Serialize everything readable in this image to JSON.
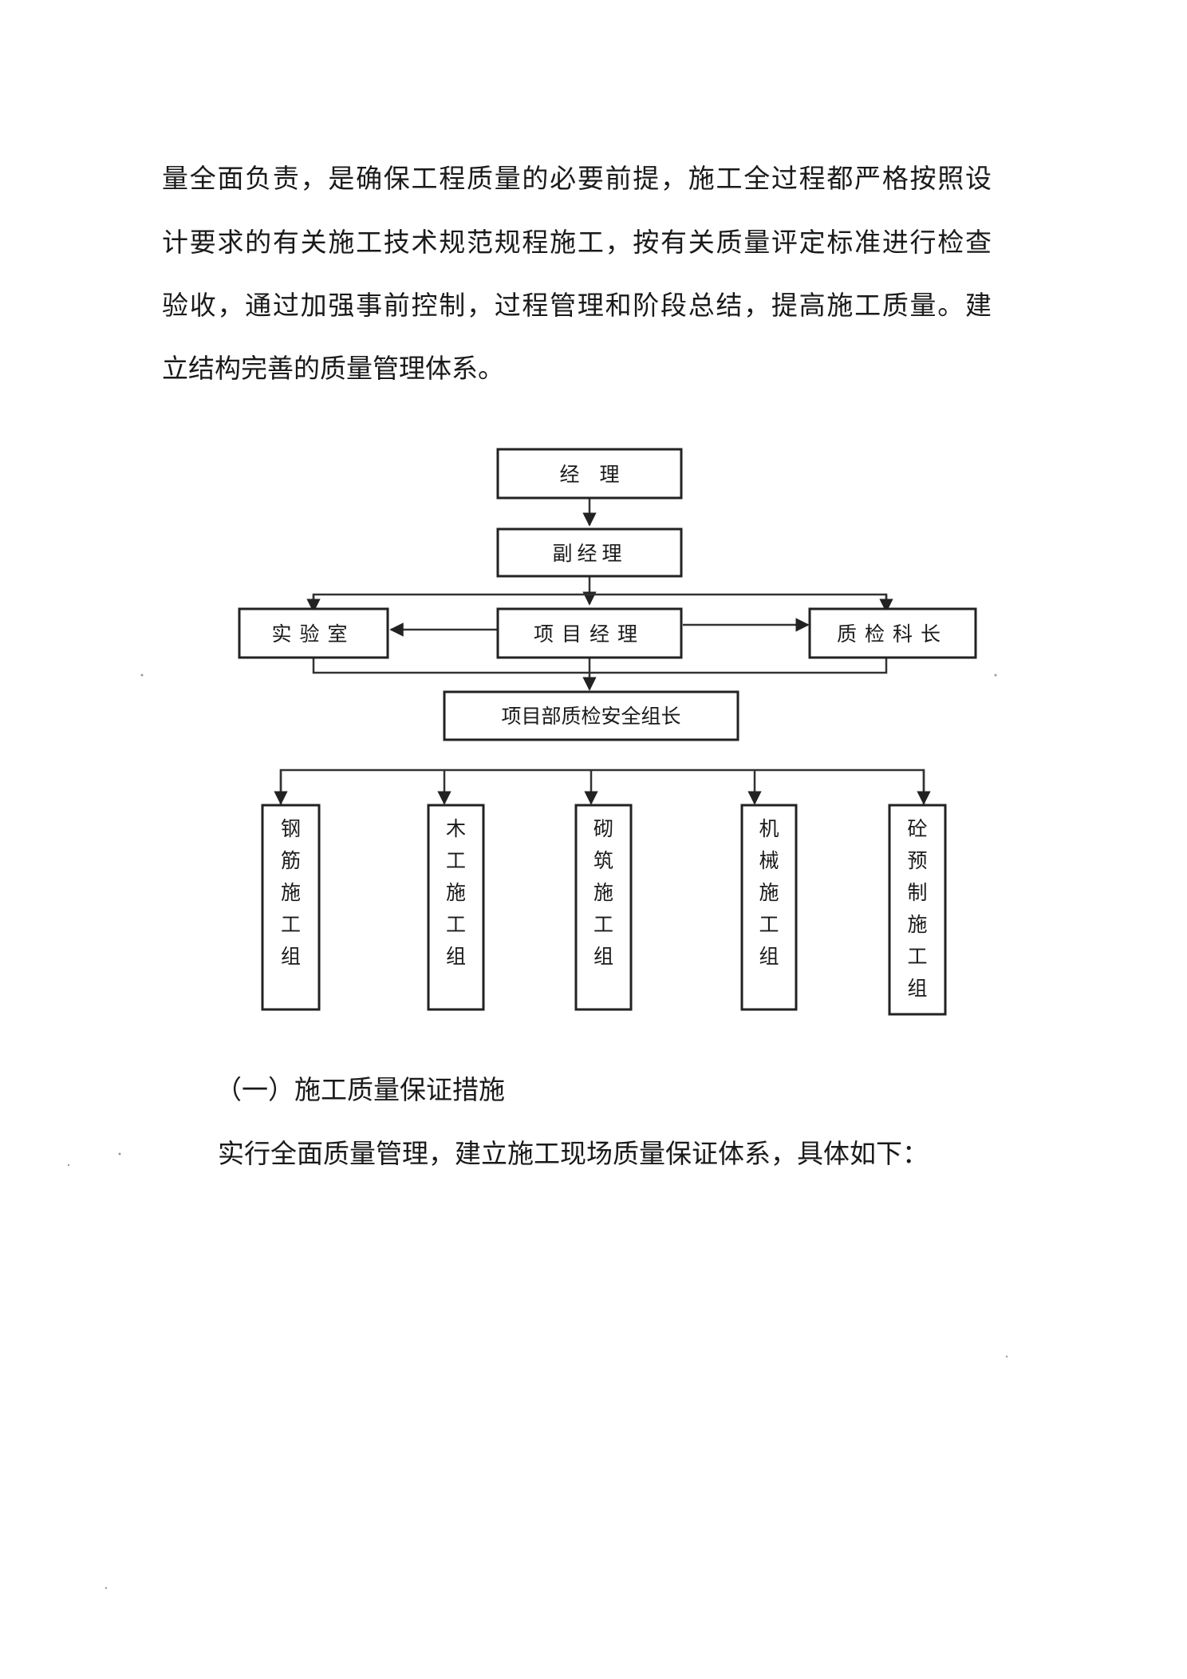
{
  "intro_paragraph": {
    "lines": [
      "量全面负责，是确保工程质量的必要前提，施工全过程都严格按照设",
      "计要求的有关施工技术规范规程施工，按有关质量评定标准进行检查",
      "验收，通过加强事前控制，过程管理和阶段总结，提高施工质量。建",
      "立结构完善的质量管理体系。"
    ]
  },
  "org_chart": {
    "manager": "经　理",
    "deputy_manager": "副经理",
    "project_manager": "项目经理",
    "laboratory": "实验室",
    "quality_chief": "质检科长",
    "safety_leader": "项目部质检安全组长",
    "teams": [
      [
        "钢",
        "筋",
        "施",
        "工",
        "组"
      ],
      [
        "木",
        "工",
        "施",
        "工",
        "组"
      ],
      [
        "砌",
        "筑",
        "施",
        "工",
        "组"
      ],
      [
        "机",
        "械",
        "施",
        "工",
        "组"
      ],
      [
        "砼",
        "预",
        "制",
        "施",
        "工",
        "组"
      ]
    ]
  },
  "section_heading": "（一）施工质量保证措施",
  "section_body": "实行全面质量管理，建立施工现场质量保证体系，具体如下："
}
